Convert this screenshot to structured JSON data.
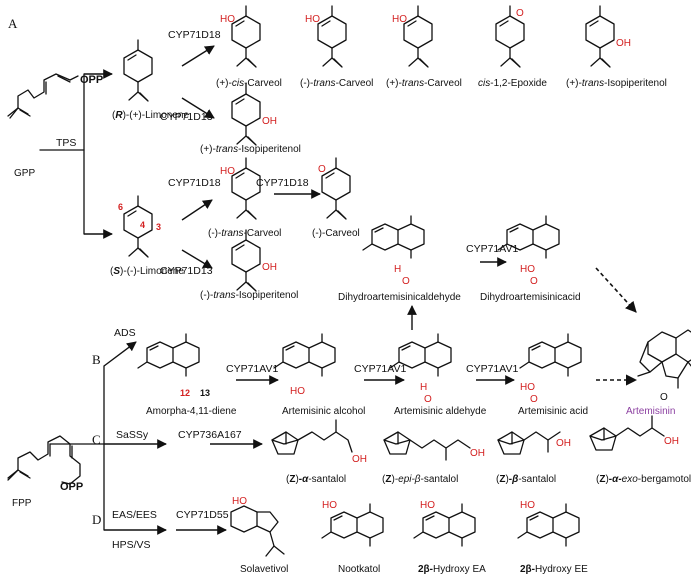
{
  "sections": {
    "a": "A",
    "b": "B",
    "c": "C",
    "d": "D"
  },
  "opp": "OPP",
  "precursors": {
    "gpp": "GPP",
    "fpp": "FPP"
  },
  "enzymes": {
    "tps": "TPS",
    "cyp71d18": "CYP71D18",
    "cyp71d13": "CYP71D13",
    "ads": "ADS",
    "cyp71av1": "CYP71AV1",
    "sassy": "SaSSy",
    "cyp736a167": "CYP736A167",
    "eas_ees": "EAS/EES",
    "hps_vs": "HPS/VS",
    "cyp71d55": "CYP71D55"
  },
  "limonene": {
    "r": {
      "stereo": "R",
      "rest": "-(+)-Limonene"
    },
    "s": {
      "stereo": "S",
      "rest": "-(-)-Limonene"
    },
    "atom_numbers": [
      "6",
      "4",
      "3"
    ]
  },
  "labels_a_top": [
    {
      "pre": "(+)-",
      "it": "cis",
      "post": "-Carveol"
    },
    {
      "pre": "(-)-",
      "it": "trans",
      "post": "-Carveol"
    },
    {
      "pre": "(+)-",
      "it": "trans",
      "post": "-Carveol"
    },
    {
      "pre": "",
      "it": "cis",
      "post": "-1,2-Epoxide"
    },
    {
      "pre": "(+)-",
      "it": "trans",
      "post": "-Isopiperitenol"
    }
  ],
  "labels_a_misc": {
    "r_isopip": {
      "pre": "(+)-",
      "it": "trans",
      "post": "-Isopiperitenol"
    },
    "s_carveol": {
      "pre": "(-)-",
      "it": "trans",
      "post": "-Carveol"
    },
    "s_carveone": "(-)-Carveol",
    "s_isopip": {
      "pre": "(-)-",
      "it": "trans",
      "post": "-Isopiperitenol"
    }
  },
  "labels_b": {
    "amorpha": "Amorpha-4,11-diene",
    "alcohol": "Artemisinic alcohol",
    "aldehyde": "Artemisinic aldehyde",
    "acid": "Artemisinic acid",
    "dh_aldehyde": "Dihydroartemisinicaldehyde",
    "dh_acid": "Dihydroartemisinicacid",
    "artemisinin": "Artemisinin",
    "num12": "12",
    "num13": "13"
  },
  "labels_c": [
    {
      "stereo": "Z",
      "greek": "-α",
      "post": "-santalol",
      "epi": ""
    },
    {
      "stereo": "Z",
      "greek": "",
      "post": "-santalol",
      "epi": "-epi-β"
    },
    {
      "stereo": "Z",
      "greek": "-β",
      "post": "-santalol",
      "epi": ""
    },
    {
      "stereo": "Z",
      "greek": "-α-",
      "post": "-bergamotol",
      "epi": "exo"
    }
  ],
  "labels_d": [
    "Solavetivol",
    "Nootkatol",
    "Hydroxy EA",
    "Hydroxy EE"
  ],
  "labels_d_prefix": "2β-",
  "atoms": {
    "ho": "HO",
    "oh": "OH",
    "o": "O",
    "h": "H"
  },
  "colors": {
    "text": "#111111",
    "highlight": "#d32020",
    "artemisinin": "#8b3fa0"
  }
}
